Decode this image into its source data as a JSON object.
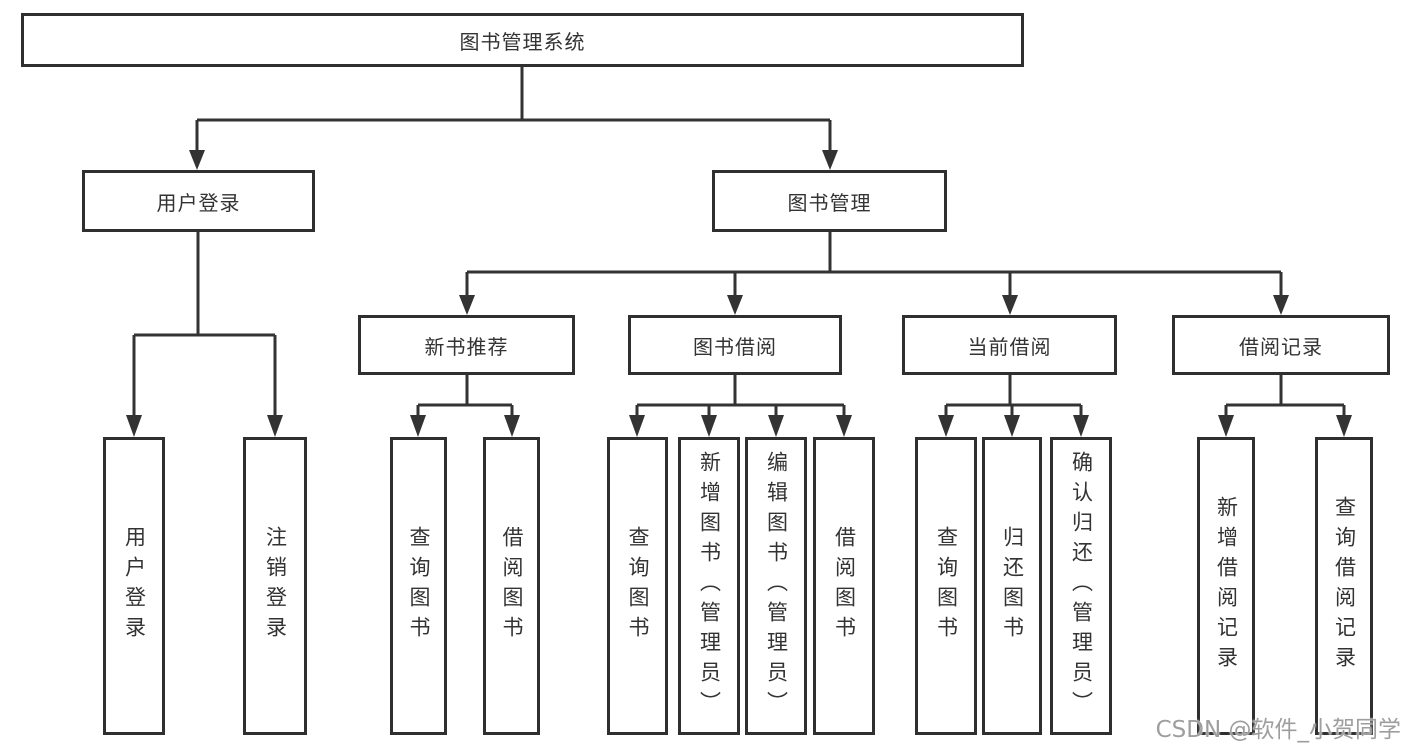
{
  "root_label": "图书管理系统",
  "level2": {
    "user_login": "用户登录",
    "book_management": "图书管理"
  },
  "level3": {
    "new_book": "新书推荐",
    "borrowing": "图书借阅",
    "current": "当前借阅",
    "records": "借阅记录"
  },
  "leaves": {
    "user_login": [
      "用户登录",
      "注销登录"
    ],
    "new_book": [
      "查询图书",
      "借阅图书"
    ],
    "borrowing": [
      "查询图书",
      "新增图书（管理员）",
      "编辑图书（管理员）",
      "借阅图书"
    ],
    "current": [
      "查询图书",
      "归还图书",
      "确认归还（管理员）"
    ],
    "records": [
      "新增借阅记录",
      "查询借阅记录"
    ]
  },
  "watermark": "CSDN @软件_小贺同学",
  "colors": {
    "line": "#333333",
    "box_border": "#2f2f2f",
    "text": "#333333",
    "watermark": "#9e9e9e",
    "background": "#ffffff"
  }
}
